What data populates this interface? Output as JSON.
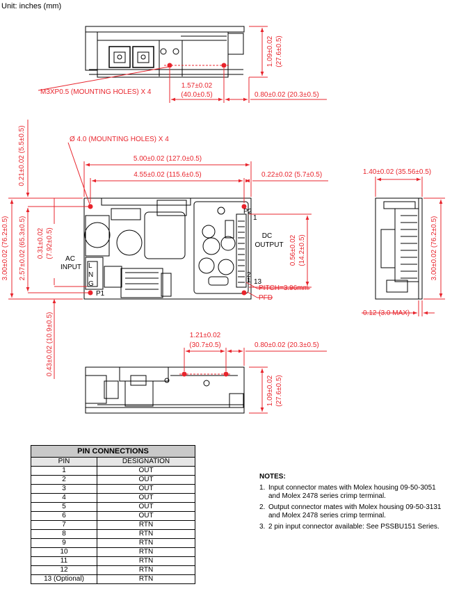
{
  "unit_label": "Unit: inches (mm)",
  "top_view": {
    "height_in": "1.09±0.02",
    "height_mm": "(27.6±0.5)",
    "hole_spacing_in": "1.57±0.02",
    "hole_spacing_mm": "(40.0±0.5)",
    "mounting_holes": "M3XP0.5 (MOUNTING HOLES) X 4",
    "right_offset": "0.80±0.02 (20.3±0.5)"
  },
  "main_view": {
    "top_offset": "0.21±0.02 (5.5±0.5)",
    "mounting_holes": "Ø 4.0 (MOUNTING HOLES) X 4",
    "length": "5.00±0.02 (127.0±0.5)",
    "hole_length": "4.55±0.02 (115.6±0.5)",
    "right_offset": "0.22±0.02 (5.7±0.5)",
    "width": "3.00±0.02 (76.2±0.5)",
    "hole_width": "2.57±0.02 (65.3±0.5)",
    "ac_offset_in": "0.31±0.02",
    "ac_offset_mm": "(7.92±0.5)",
    "ac_label_1": "AC",
    "ac_label_2": "INPUT",
    "pin_l": "L",
    "pin_n": "N",
    "pin_g": "G",
    "p1": "P1",
    "p2": "P2",
    "dc_label_1": "DC",
    "dc_label_2": "OUTPUT",
    "dc_pitch_span": "0.56±0.02",
    "dc_pitch_span_mm": "(14.2±0.5)",
    "pin_1": "1",
    "pin_2": "2",
    "pin_1b": "1",
    "pin_13": "13",
    "pitch": "PITCH=3.96mm",
    "pfd": "PFD",
    "bottom_offset": "0.43±0.02 (10.9±0.5)"
  },
  "side_view": {
    "width_top": "1.40±0.02 (35.56±0.5)",
    "height": "3.00±0.02 (76.2±0.5)",
    "max_thickness": "0.12 (3.0 MAX)"
  },
  "bottom_view": {
    "hole_spacing_in": "1.21±0.02",
    "hole_spacing_mm": "(30.7±0.5)",
    "right_offset": "0.80±0.02 (20.3±0.5)",
    "height_in": "1.09±0.02",
    "height_mm": "(27.6±0.5)"
  },
  "pin_table": {
    "title": "PIN CONNECTIONS",
    "headers": [
      "PIN",
      "DESIGNATION"
    ],
    "rows": [
      [
        "1",
        "OUT"
      ],
      [
        "2",
        "OUT"
      ],
      [
        "3",
        "OUT"
      ],
      [
        "4",
        "OUT"
      ],
      [
        "5",
        "OUT"
      ],
      [
        "6",
        "OUT"
      ],
      [
        "7",
        "RTN"
      ],
      [
        "8",
        "RTN"
      ],
      [
        "9",
        "RTN"
      ],
      [
        "10",
        "RTN"
      ],
      [
        "11",
        "RTN"
      ],
      [
        "12",
        "RTN"
      ],
      [
        "13 (Optional)",
        "RTN"
      ]
    ]
  },
  "notes": {
    "title": "NOTES:",
    "items": [
      {
        "num": "1.",
        "text": "Input connector mates with Molex housing 09-50-3051 and Molex 2478 series crimp terminal."
      },
      {
        "num": "2.",
        "text": "Output connector mates with Molex housing 09-50-3131 and Molex 2478 series crimp terminal."
      },
      {
        "num": "3.",
        "text": "2 pin input connector available: See PSSBU151 Series."
      }
    ]
  }
}
